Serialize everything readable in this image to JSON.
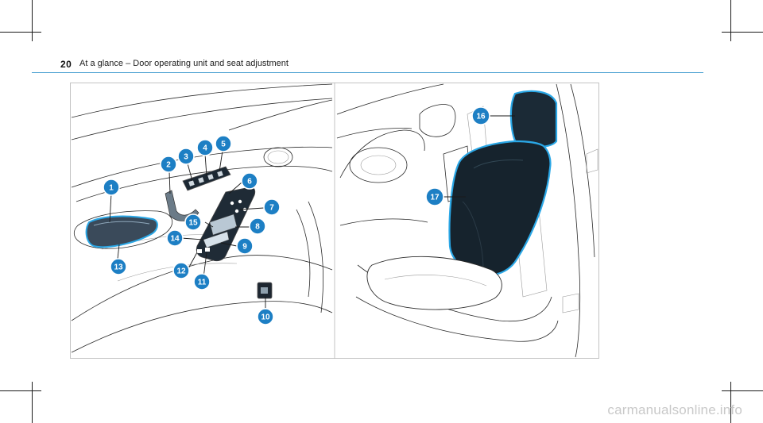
{
  "header": {
    "page_number": "20",
    "title": "At a glance – Door operating unit and seat adjustment"
  },
  "callouts": {
    "c1": "1",
    "c2": "2",
    "c3": "3",
    "c4": "4",
    "c5": "5",
    "c6": "6",
    "c7": "7",
    "c8": "8",
    "c9": "9",
    "c10": "10",
    "c11": "11",
    "c12": "12",
    "c13": "13",
    "c14": "14",
    "c15": "15",
    "c16": "16",
    "c17": "17"
  },
  "watermark": "carmanualsonline.info",
  "colors": {
    "callout": "#1d7fc4",
    "highlight": "#2aa7e6",
    "rule": "#4ea3d3"
  }
}
